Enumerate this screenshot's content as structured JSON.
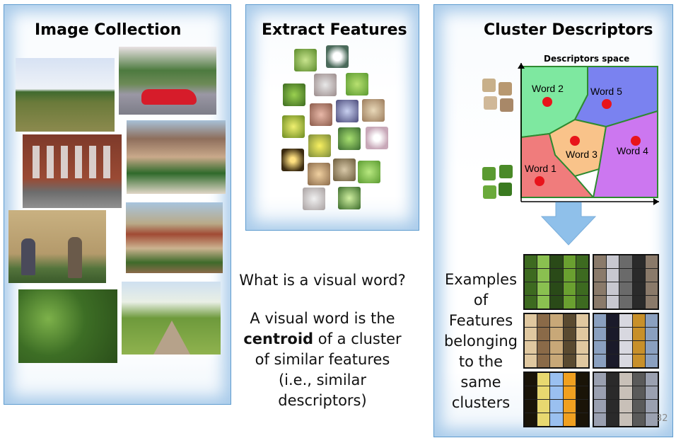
{
  "panels": {
    "collection": {
      "title": "Image Collection"
    },
    "extract": {
      "title": "Extract Features"
    },
    "cluster": {
      "title": "Cluster Descriptors",
      "space_label": "Descriptors space"
    }
  },
  "words": [
    "Word 1",
    "Word 2",
    "Word 3",
    "Word 4",
    "Word 5"
  ],
  "question": "What is a visual word?",
  "answer": {
    "line1": "A visual word is the",
    "bold": "centroid",
    "line2_rest": " of a cluster",
    "line3": "of similar features",
    "line4": "(i.e., similar",
    "line5": "descriptors)"
  },
  "examples": {
    "lines": [
      "Examples",
      "of",
      "Features",
      "belonging",
      "to the",
      "same",
      "clusters"
    ]
  },
  "slide_number": "32",
  "colors": {
    "region_word1": "#f07c7c",
    "region_word2": "#7ee8a0",
    "region_word3": "#f9c38a",
    "region_word4": "#cc77f0",
    "region_word5": "#7a82f0",
    "centroid": "#e8141b",
    "arrow": "#8fc0ea"
  }
}
